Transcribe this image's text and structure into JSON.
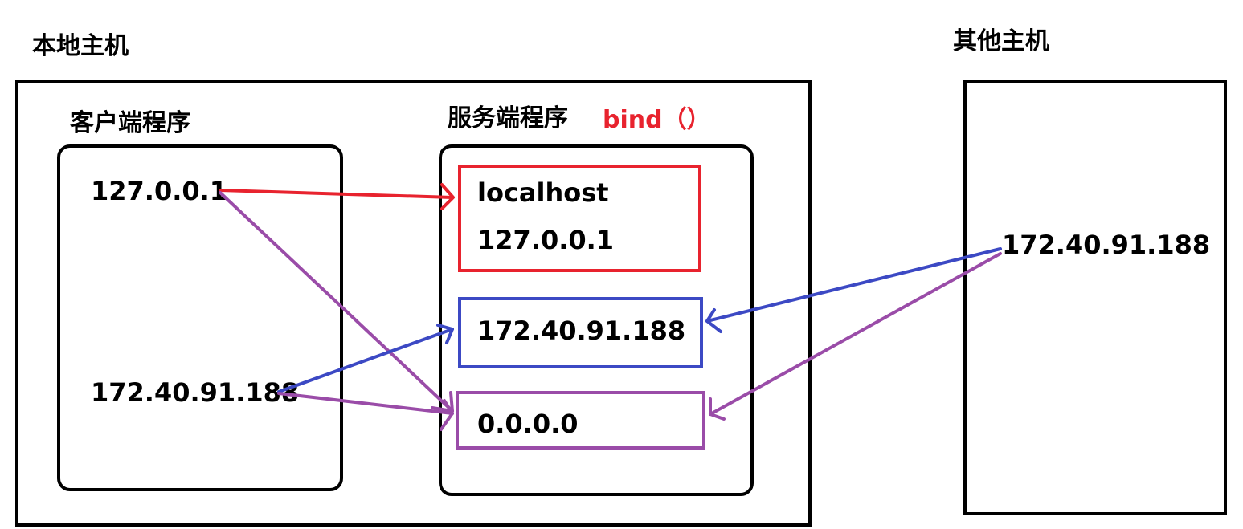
{
  "labels": {
    "local_host": "本地主机",
    "other_host": "其他主机",
    "client_program": "客户端程序",
    "server_program": "服务端程序",
    "bind_call": "bind（）"
  },
  "client": {
    "loopback_ip": "127.0.0.1",
    "lan_ip": "172.40.91.188"
  },
  "server": {
    "loopback_name": "localhost",
    "loopback_ip": "127.0.0.1",
    "lan_ip": "172.40.91.188",
    "any_ip": "0.0.0.0"
  },
  "other": {
    "ip": "172.40.91.188"
  },
  "colors": {
    "outline": "#000000",
    "loopback": "#e8232e",
    "lan": "#3c49c4",
    "any": "#9a4ca8"
  }
}
